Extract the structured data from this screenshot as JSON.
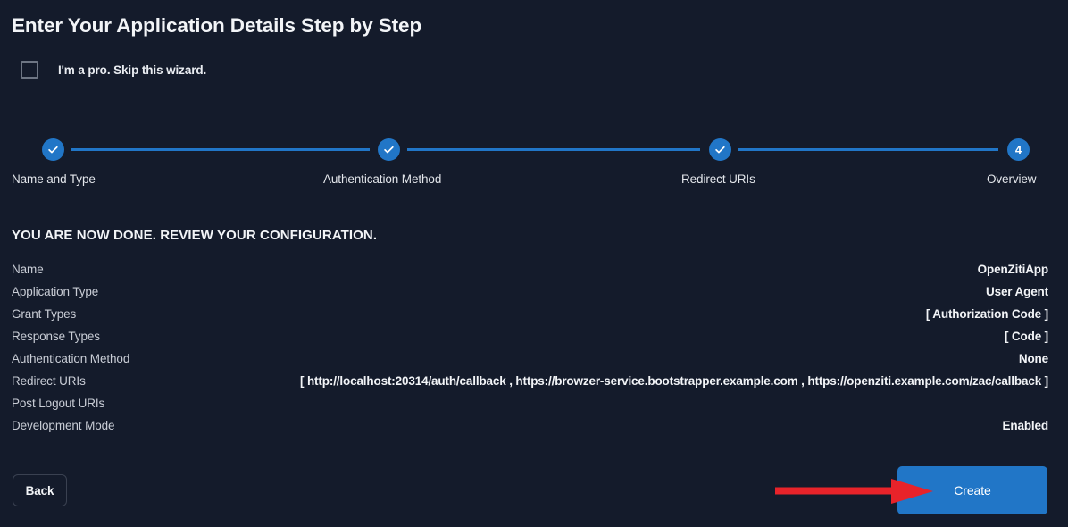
{
  "header": {
    "title": "Enter Your Application Details Step by Step"
  },
  "skip": {
    "label": "I'm a pro. Skip this wizard.",
    "checked": false
  },
  "stepper": {
    "steps": [
      {
        "label": "Name and Type",
        "state": "complete",
        "marker": "check"
      },
      {
        "label": "Authentication Method",
        "state": "complete",
        "marker": "check"
      },
      {
        "label": "Redirect URIs",
        "state": "complete",
        "marker": "check"
      },
      {
        "label": "Overview",
        "state": "current",
        "marker": "4"
      }
    ]
  },
  "review": {
    "heading": "YOU ARE NOW DONE. REVIEW YOUR CONFIGURATION.",
    "rows": [
      {
        "label": "Name",
        "value": "OpenZitiApp"
      },
      {
        "label": "Application Type",
        "value": "User Agent"
      },
      {
        "label": "Grant Types",
        "value": "[ Authorization Code ]"
      },
      {
        "label": "Response Types",
        "value": "[ Code ]"
      },
      {
        "label": "Authentication Method",
        "value": "None"
      },
      {
        "label": "Redirect URIs",
        "value": "[ http://localhost:20314/auth/callback , https://browzer-service.bootstrapper.example.com , https://openziti.example.com/zac/callback ]"
      },
      {
        "label": "Post Logout URIs",
        "value": ""
      },
      {
        "label": "Development Mode",
        "value": "Enabled"
      }
    ]
  },
  "footer": {
    "back_label": "Back",
    "create_label": "Create"
  },
  "annotation": {
    "arrow_color": "#e8232a",
    "points_to": "Create"
  },
  "colors": {
    "background": "#141b2b",
    "accent_blue": "#2176c7",
    "text_primary": "#f2f4f7",
    "text_secondary": "#c9cdd6",
    "annotation_red": "#e8232a"
  }
}
